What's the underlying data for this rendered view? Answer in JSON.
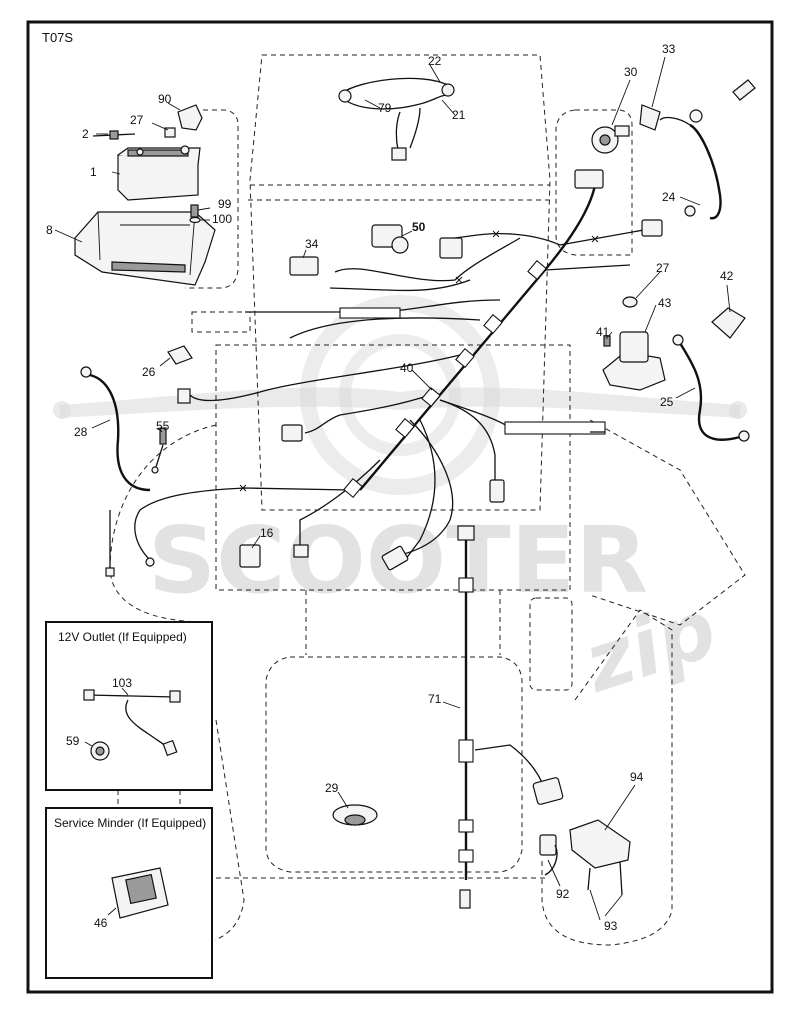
{
  "diagram_code": "T07S",
  "callouts": {
    "c1": "1",
    "c2": "2",
    "c8": "8",
    "c16": "16",
    "c21": "21",
    "c22": "22",
    "c24": "24",
    "c25": "25",
    "c26": "26",
    "c27a": "27",
    "c27b": "27",
    "c28": "28",
    "c29": "29",
    "c30": "30",
    "c33": "33",
    "c34": "34",
    "c40": "40",
    "c41": "41",
    "c42": "42",
    "c43": "43",
    "c46": "46",
    "c50": "50",
    "c55": "55",
    "c59": "59",
    "c71": "71",
    "c79": "79",
    "c90": "90",
    "c92": "92",
    "c93": "93",
    "c94": "94",
    "c99": "99",
    "c100": "100",
    "c103": "103"
  },
  "insets": {
    "outlet_title": "12V Outlet (If Equipped)",
    "service_title": "Service Minder (If Equipped)"
  },
  "watermark": {
    "text": "SCOOTER",
    "script": "zip"
  }
}
